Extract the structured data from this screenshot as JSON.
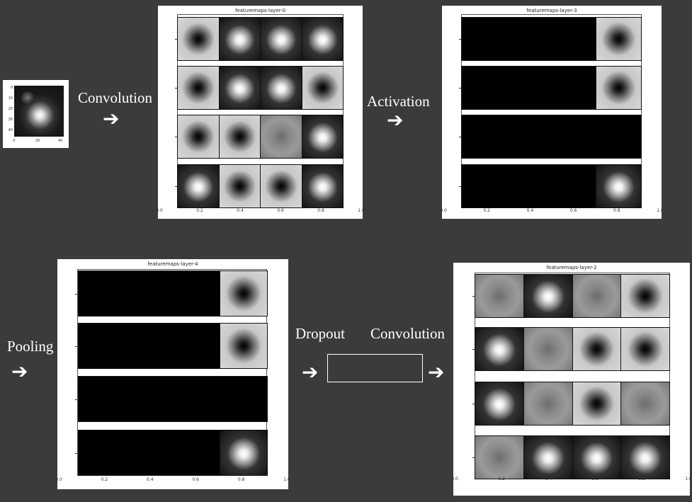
{
  "labels": {
    "convolution1": "Convolution",
    "activation": "Activation",
    "pooling": "Pooling",
    "dropout": "Dropout",
    "convolution2": "Convolution"
  },
  "arrow_glyph": "➔",
  "input_image": {
    "yticks": [
      "0",
      "10",
      "20",
      "30",
      "40"
    ],
    "xticks": [
      "0",
      "20",
      "40"
    ]
  },
  "panels": {
    "layer0": {
      "title": "featuremaps-layer-0",
      "xticks": [
        "0.0",
        "0.2",
        "0.4",
        "0.6",
        "0.8",
        "1.0"
      ],
      "rows": [
        [
          "light-dark",
          "dark-light",
          "dark-light",
          "dark-light"
        ],
        [
          "light-dark",
          "dark-light",
          "dark-light",
          "light-dark"
        ],
        [
          "light-dark",
          "light-dark",
          "mid-texture",
          "dark-light"
        ],
        [
          "dark-light",
          "light-dark",
          "light-dark",
          "dark-light"
        ]
      ]
    },
    "layer3": {
      "title": "featuremaps-layer-3",
      "xticks": [
        "0.0",
        "0.2",
        "0.4",
        "0.6",
        "0.8",
        "1.0"
      ],
      "rows": [
        [
          "black",
          "black",
          "black",
          "light-dark"
        ],
        [
          "black",
          "black",
          "black",
          "light-dark"
        ],
        [
          "black",
          "black",
          "black",
          "black"
        ],
        [
          "black",
          "black",
          "black",
          "dark-light"
        ]
      ]
    },
    "layer4": {
      "title": "featuremaps-layer-4",
      "xticks": [
        "0.0",
        "0.2",
        "0.4",
        "0.6",
        "0.8",
        "1.0"
      ],
      "rows": [
        [
          "black",
          "black",
          "black",
          "light-dark"
        ],
        [
          "black",
          "black",
          "black",
          "light-dark"
        ],
        [
          "black",
          "black",
          "black",
          "black"
        ],
        [
          "black",
          "black",
          "black",
          "dark-light"
        ]
      ]
    },
    "layer2": {
      "title": "featuremaps-layer-2",
      "xticks": [
        "0.0",
        "0.2",
        "0.4",
        "0.6",
        "0.8",
        "1.0"
      ],
      "rows": [
        [
          "mid-texture",
          "dark-light",
          "mid-texture",
          "light-dark"
        ],
        [
          "dark-light",
          "mid-texture",
          "light-dark",
          "light-dark"
        ],
        [
          "dark-light",
          "mid-texture",
          "light-dark",
          "mid-texture"
        ],
        [
          "mid-texture",
          "dark-light",
          "dark-light",
          "dark-light"
        ]
      ]
    }
  },
  "colors": {
    "background": "#3b3b3b",
    "text": "#ffffff"
  }
}
